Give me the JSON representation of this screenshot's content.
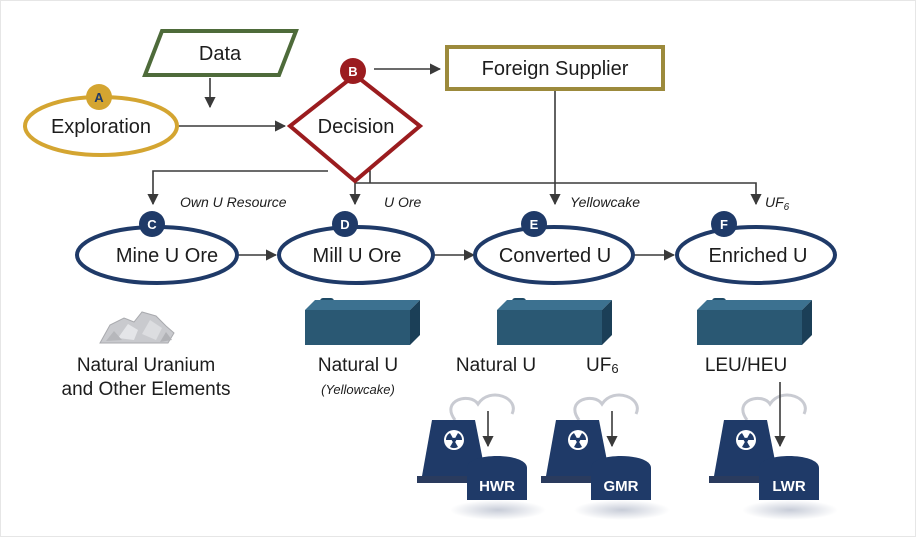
{
  "nodes": {
    "data": "Data",
    "exploration": "Exploration",
    "decision": "Decision",
    "foreign_supplier": "Foreign Supplier",
    "mine": "Mine U Ore",
    "mill": "Mill U Ore",
    "converted": "Converted U",
    "enriched": "Enriched U"
  },
  "badges": {
    "a": "A",
    "b": "B",
    "c": "C",
    "d": "D",
    "e": "E",
    "f": "F"
  },
  "edge_labels": {
    "own_resource": "Own U Resource",
    "u_ore": "U Ore",
    "yellowcake": "Yellowcake",
    "uf6_base": "UF",
    "uf6_sub": "6"
  },
  "products": {
    "natural_line1": "Natural Uranium",
    "natural_line2": "and Other Elements",
    "natural_u": "Natural U",
    "natural_u_sub": "(Yellowcake)",
    "natural_u_2": "Natural U",
    "uf6_base": "UF",
    "uf6_sub": "6",
    "leu_heu": "LEU/HEU"
  },
  "reactors": {
    "hwr": "HWR",
    "gmr": "GMR",
    "lwr": "LWR"
  },
  "colors": {
    "navy": "#1f3a68",
    "gold": "#d4a531",
    "maroon": "#9b1c1f",
    "green": "#4e6b3a",
    "olive": "#9c8a3c",
    "teal": "#2a5873",
    "dark": "#3a3a3a"
  }
}
